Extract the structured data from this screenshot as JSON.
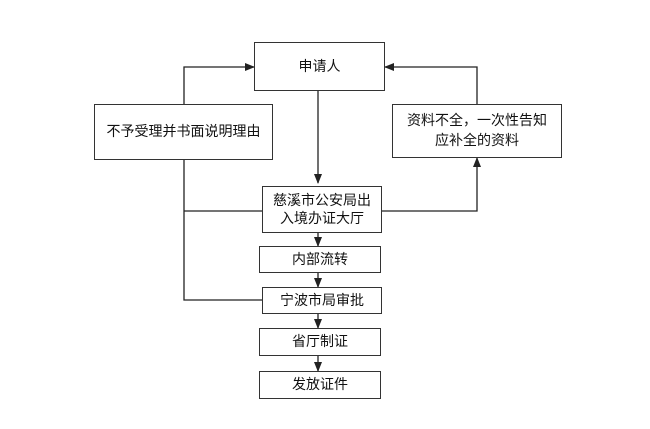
{
  "diagram": {
    "nodes": {
      "applicant": "申请人",
      "reject_reason": "不予受理并书面说明理由",
      "incomplete_docs": "资料不全，一次性告知应补全的资料",
      "office": "慈溪市公安局出入境办证大厅",
      "internal": "内部流转",
      "approval": "宁波市局审批",
      "production": "省厅制证",
      "issue": "发放证件"
    }
  }
}
